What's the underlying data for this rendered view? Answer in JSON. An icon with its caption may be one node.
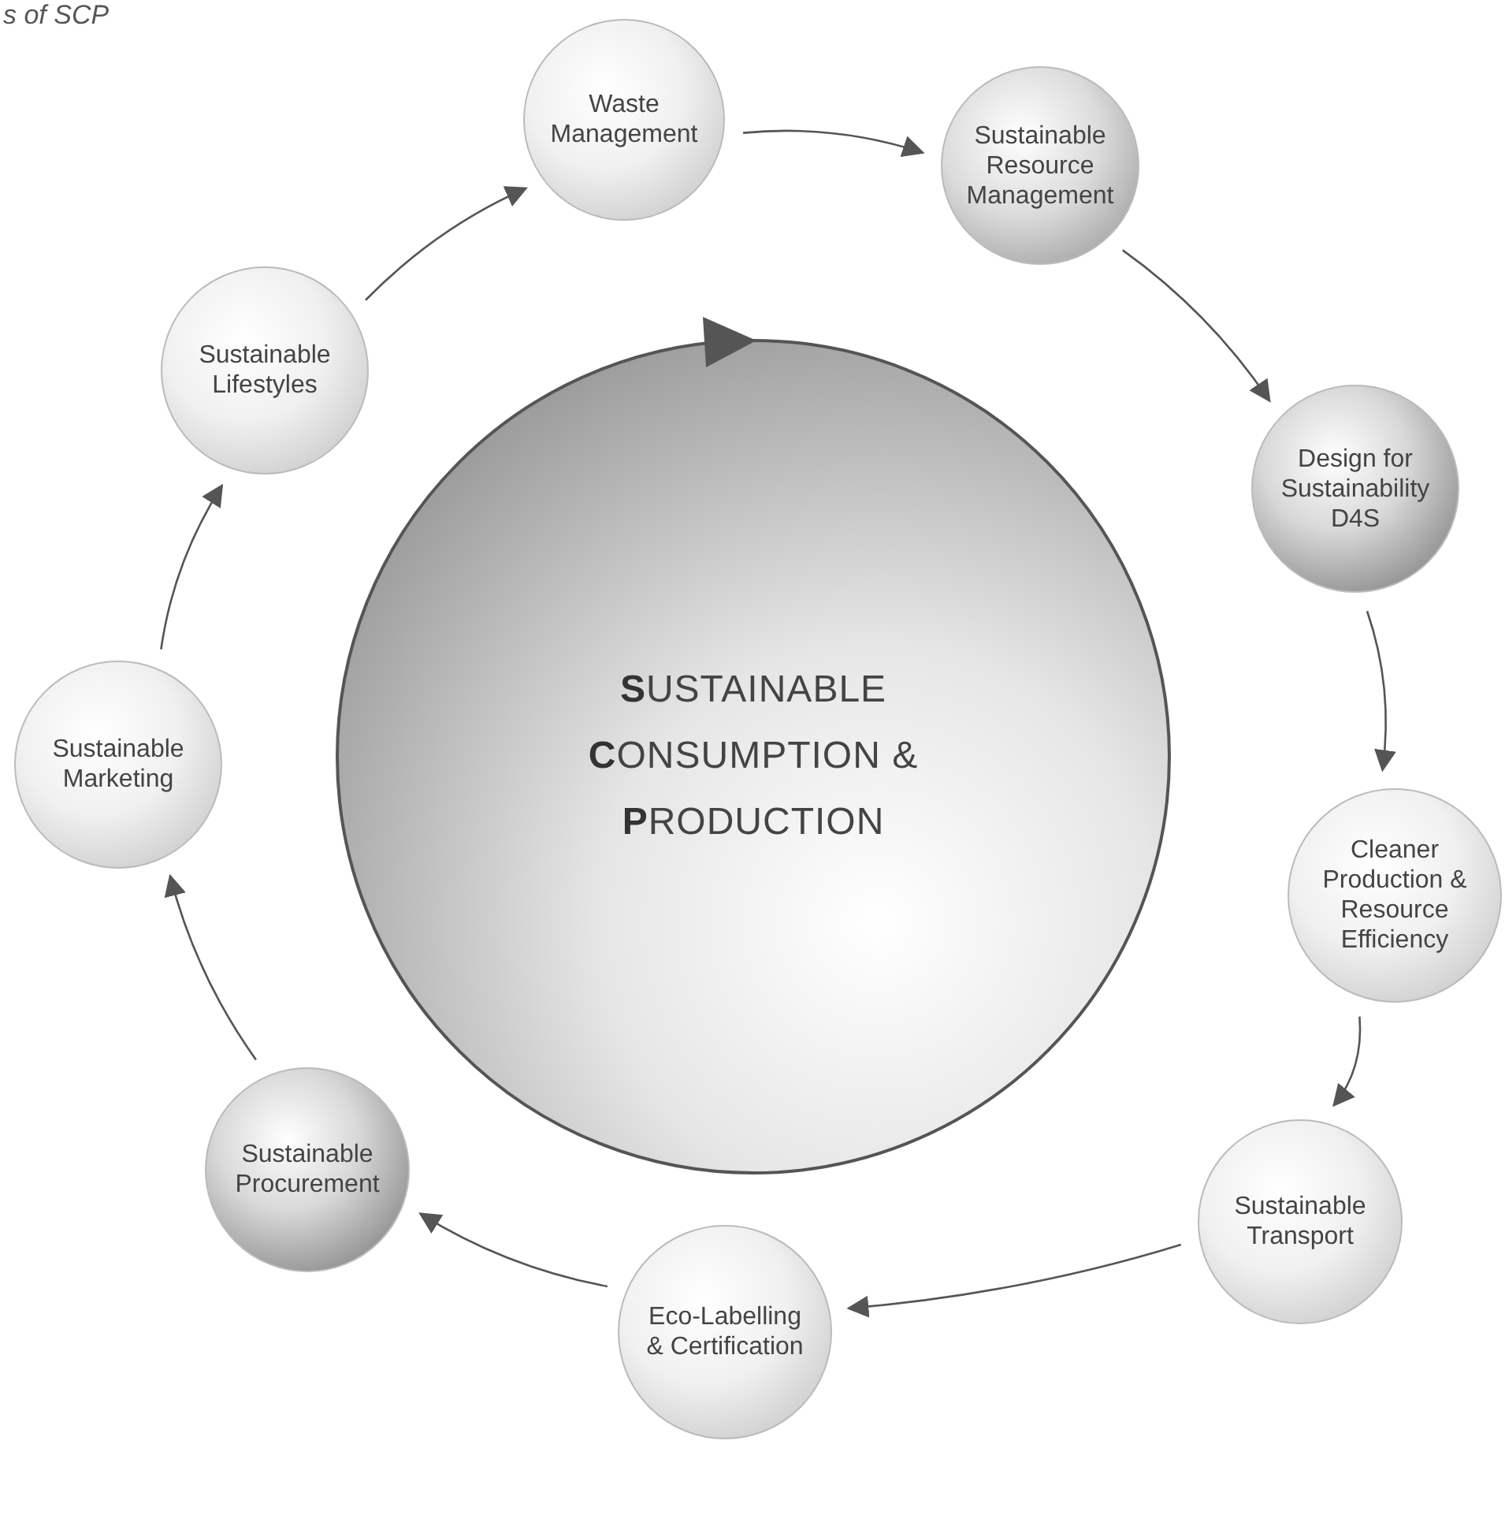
{
  "diagram": {
    "nodes": [
      {
        "text": [
          "**S**USTAINABLE **C**ONSUMPTION & **P**RODUCTION"
        ]
      },
      {
        "text": [
          "Waste Management"
        ]
      },
      {
        "text": [
          "Sustainable Resource Management"
        ]
      },
      {
        "text": [
          "Design for Sustainability D4S"
        ]
      },
      {
        "text": [
          "Cleaner Production & Resource Efficiency"
        ]
      },
      {
        "text": [
          "Sustainable Transport"
        ]
      },
      {
        "text": [
          "Eco-Labelling & Certification"
        ]
      },
      {
        "text": [
          "Sustainable Procurement"
        ]
      },
      {
        "text": [
          "Sustainable Marketing"
        ]
      },
      {
        "text": [
          "Sustainable Lifestyles"
        ]
      }
    ],
    "edges": [
      {
        "from": 1,
        "to": 2,
        "arrow": "to"
      },
      {
        "from": 2,
        "to": 3,
        "arrow": "to"
      },
      {
        "from": 3,
        "to": 4,
        "arrow": "to"
      },
      {
        "from": 4,
        "to": 5,
        "arrow": "to"
      },
      {
        "from": 5,
        "to": 6,
        "arrow": "to"
      },
      {
        "from": 6,
        "to": 7,
        "arrow": "to"
      },
      {
        "from": 7,
        "to": 8,
        "arrow": "to"
      },
      {
        "from": 8,
        "to": 9,
        "arrow": "to"
      },
      {
        "from": 9,
        "to": 1,
        "arrow": "to"
      }
    ],
    "labels": [
      "s of SCP"
    ]
  }
}
